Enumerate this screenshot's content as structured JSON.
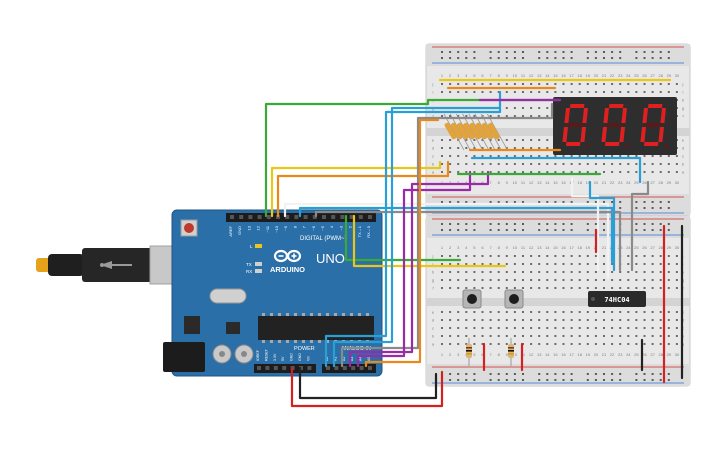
{
  "arduino": {
    "brand": "ARDUINO",
    "model": "UNO",
    "digital_label": "DIGITAL (PWM~)",
    "power_label": "POWER",
    "analog_label": "ANALOG IN",
    "led_l": "L",
    "led_tx": "TX",
    "led_rx": "RX",
    "header_pins": [
      "AREF",
      "GND",
      "13",
      "12",
      "~11",
      "~10",
      "~9",
      "8",
      "7",
      "~6",
      "~5",
      "4",
      "~3",
      "2",
      "TX→1",
      "RX←0"
    ],
    "power_pins": [
      "IOREF",
      "RESET",
      "3.3V",
      "5V",
      "GND",
      "GND",
      "Vin"
    ],
    "analog_pins": [
      "A0",
      "A1",
      "A2",
      "A3",
      "A4",
      "A5"
    ]
  },
  "chip_label": "74HC04",
  "breadboard_row_letters": [
    "a",
    "b",
    "c",
    "d",
    "e",
    "f",
    "g",
    "h",
    "i",
    "j"
  ],
  "breadboard_column_numbers": [
    "1",
    "2",
    "3",
    "4",
    "5",
    "6",
    "7",
    "8",
    "9",
    "10",
    "11",
    "12",
    "13",
    "14",
    "15",
    "16",
    "17",
    "18",
    "19",
    "20",
    "21",
    "22",
    "23",
    "24",
    "25",
    "26",
    "27",
    "28",
    "29",
    "30"
  ],
  "display_digits": [
    "0",
    "0",
    "0"
  ],
  "colors": {
    "board": "#2b6fa8",
    "breadboard": "#e8e8e8",
    "display_segment": "#e02020",
    "wire_green": "#3aa935",
    "wire_yellow": "#e8c61a",
    "wire_orange": "#e8891a",
    "wire_purple": "#9b2aa8",
    "wire_blue": "#2a9fd6",
    "wire_red": "#d42020",
    "wire_black": "#222222",
    "wire_white": "#f2f2f2",
    "wire_gray": "#8a8a8a"
  }
}
